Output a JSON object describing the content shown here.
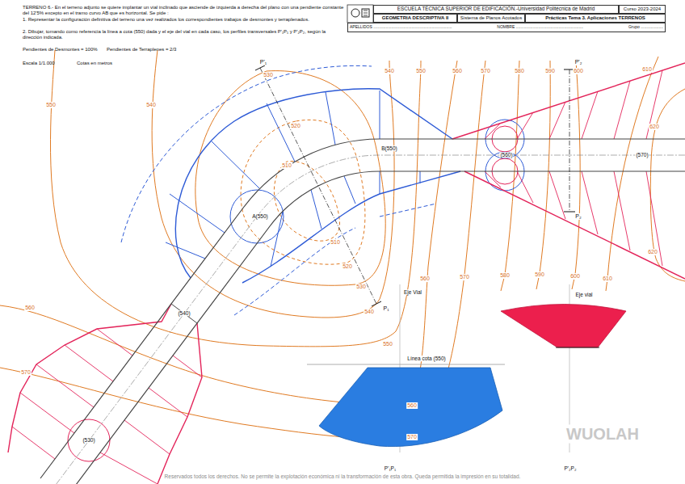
{
  "diagram": {
    "nodes": [
      {
        "text": [
          "ESCUELA TÉCNICA SUPERIOR DE EDIFICACIÓN.-Universidad Politécnica de Madrid"
        ]
      },
      {
        "text": [
          "Curso 2023-2024"
        ]
      },
      {
        "text": [
          "GEOMETRIA DESCRIPTIVA II"
        ]
      },
      {
        "text": [
          "Sistema de Planos Acotados"
        ]
      },
      {
        "text": [
          "Prácticas Tema 3. Aplicaciones TERRENOS"
        ]
      },
      {
        "text": [
          "APELLIDOS ......................................................................",
          "NOMBRE ............................................................",
          "Grupo ...................."
        ]
      }
    ],
    "labels": [
      "TERRENO 6.- En el terreno adjunto se quiere implantar un vial inclinado que asciende de izquierda a derecha del plano con una pendiente constante del 12'5% excepto en el tramo curvo AB que es horizontal. Se pide :",
      "1. Representar la configuración definitiva del terreno una vez realizados los correspondientes trabajos de desmontes y terraplenados.",
      "2. Dibujar, tomando como referencia la línea a cota (550) dada y el eje del vial en cada caso, los perfiles transversales P'₁P₁ y P'₂P₂, según la dirección indicada.",
      "Pendientes de Desmontes = 100%",
      "Pendientes de Terraplenes = 2/3",
      "Escala 1/1.000",
      "Cotas en metros",
      "530",
      "550",
      "540",
      "520",
      "510",
      "510",
      "520",
      "530",
      "540",
      "540",
      "550",
      "560",
      "570",
      "580",
      "590",
      "600",
      "610",
      "620",
      "620",
      "560",
      "570",
      "580",
      "590",
      "600",
      "610",
      "560",
      "570",
      "550",
      "560",
      "570",
      "P'₁",
      "P₁",
      "P'₂",
      "P₂",
      "A(550)",
      "B(550)",
      "(560)",
      "(570)",
      "(540)",
      "(530)",
      "Eje Vial",
      "Eje vial",
      "Línea cota (550)",
      "P'₁P₁",
      "P'₂P₂",
      "WUOLAH",
      "Reservados todos los derechos. No se permite la explotación económica ni la transformación de esta obra. Queda permitida la impresión en su totalidad."
    ]
  }
}
